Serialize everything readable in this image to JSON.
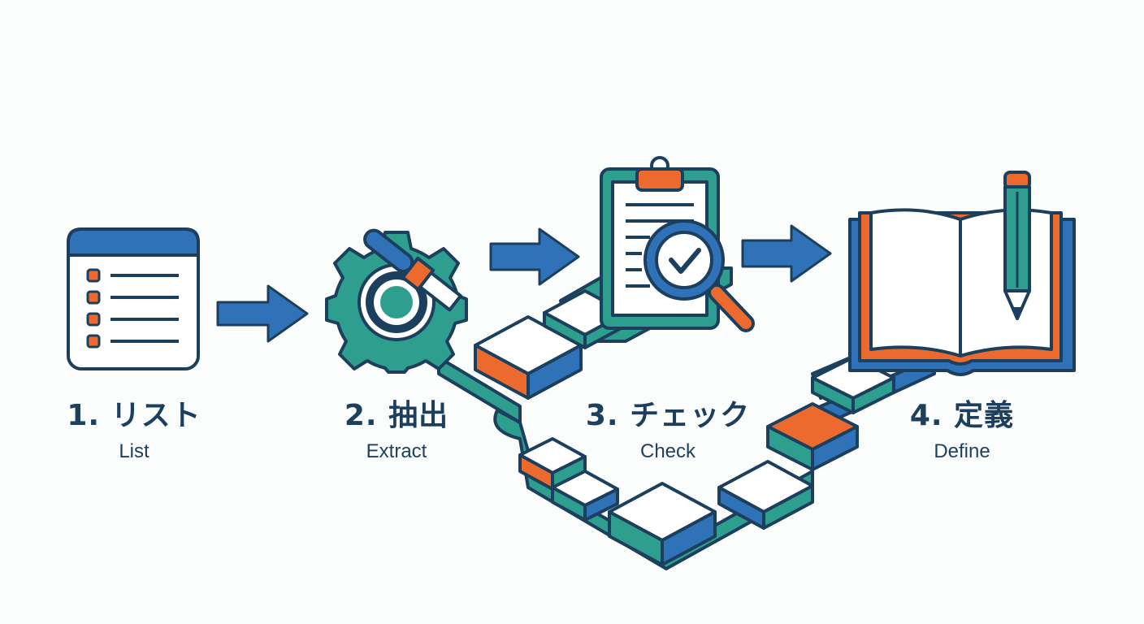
{
  "steps": [
    {
      "number": "1.",
      "title": "リスト",
      "subtitle": "List",
      "icon": "list-icon"
    },
    {
      "number": "2.",
      "title": "抽出",
      "subtitle": "Extract",
      "icon": "gear-extract-icon"
    },
    {
      "number": "3.",
      "title": "チェック",
      "subtitle": "Check",
      "icon": "clipboard-check-icon"
    },
    {
      "number": "4.",
      "title": "定義",
      "subtitle": "Define",
      "icon": "book-pencil-icon"
    }
  ],
  "colors": {
    "navy": "#1d3f5e",
    "blue": "#2f72b7",
    "teal": "#2e9e8f",
    "orange": "#ec6a2e",
    "background": "#fbfcfc"
  }
}
